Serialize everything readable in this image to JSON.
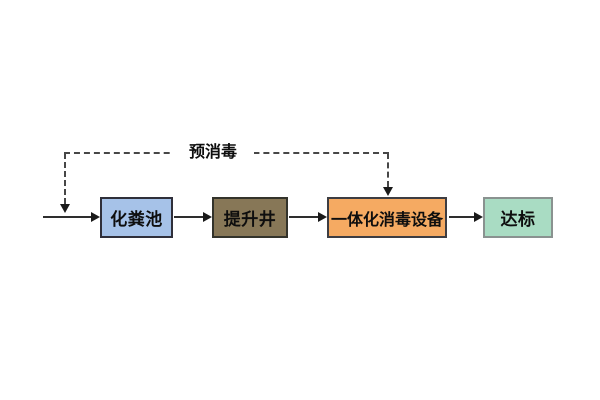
{
  "diagram": {
    "type": "flowchart",
    "pre_disinfection_label": "预消毒",
    "nodes": [
      {
        "id": "septic-tank",
        "label": "化粪池",
        "fill": "#a6c2e8",
        "border": "#2f2f3a"
      },
      {
        "id": "lift-well",
        "label": "提升井",
        "fill": "#877757",
        "border": "#33332b"
      },
      {
        "id": "integrated-disinfection",
        "label": "一体化消毒设备",
        "fill": "#f5aa62",
        "border": "#3d3d42"
      },
      {
        "id": "meets-standard",
        "label": "达标",
        "fill": "#a9dcc3",
        "border": "#8a9290"
      }
    ],
    "flow": [
      "inflow → 化粪池",
      "化粪池 → 提升井",
      "提升井 → 一体化消毒设备",
      "一体化消毒设备 → 达标",
      "预消毒(dashed) → inflow",
      "预消毒(dashed) → 一体化消毒设备"
    ],
    "line_color": "#2e2e2e",
    "dash_color": "#474747"
  }
}
